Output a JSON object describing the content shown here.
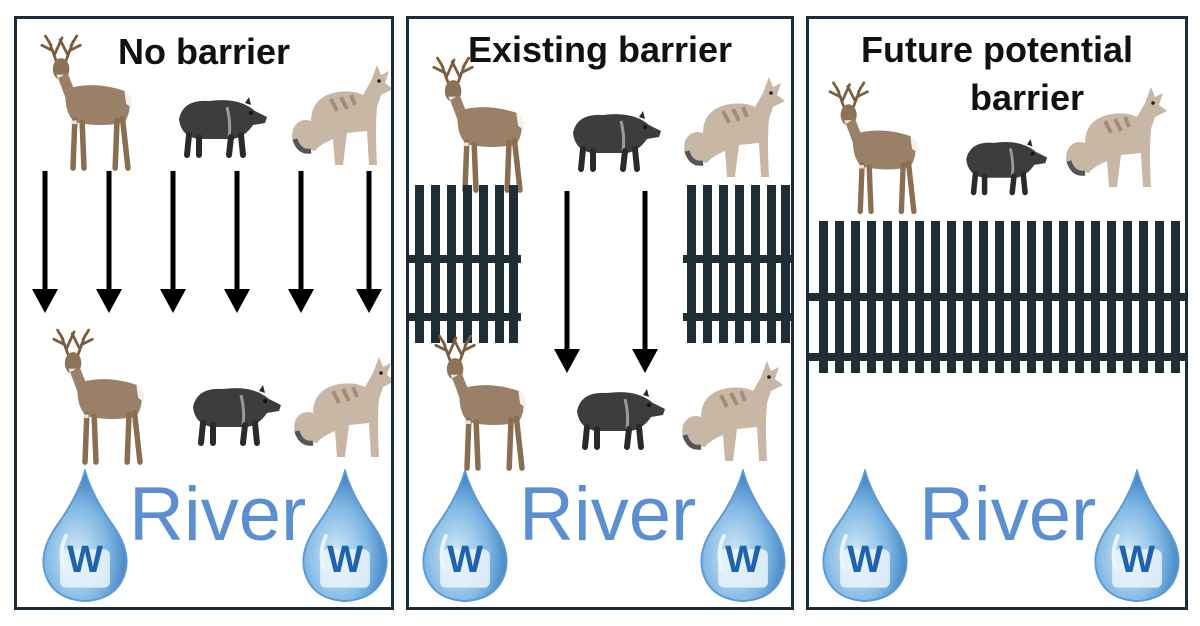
{
  "panels": [
    {
      "title": "No barrier",
      "river": "River",
      "drop_letter": "W"
    },
    {
      "title": "Existing barrier",
      "river": "River",
      "drop_letter": "W"
    },
    {
      "title_line1": "Future potential",
      "title_line2": "barrier",
      "river": "River",
      "drop_letter": "W"
    }
  ],
  "icons": [
    "deer-icon",
    "peccary-icon",
    "coyote-icon",
    "arrow-down-icon",
    "fence-icon",
    "water-drop-icon"
  ],
  "colors": {
    "border": "#1c2b3a",
    "arrow": "#000000",
    "fence": "#1f2e35",
    "river_text": "#5b8fd0",
    "drop_light": "#b9d8f0",
    "drop_dark": "#2d72b8",
    "deer": "#9a8066",
    "peccary": "#3d3d3d",
    "coyote": "#c9b7a6"
  }
}
